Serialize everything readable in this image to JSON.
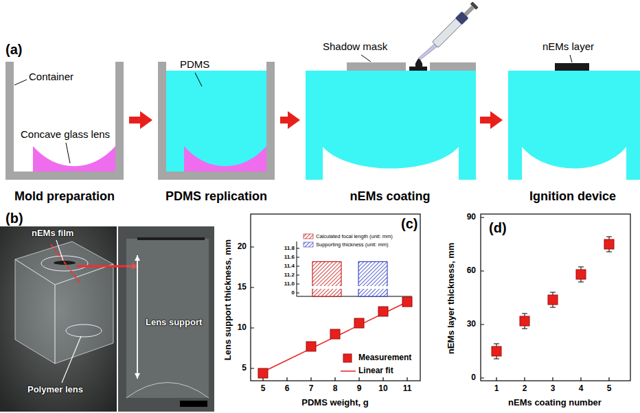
{
  "diagram": {
    "nodes": [
      {
        "text": [
          "Mold preparation"
        ]
      },
      {
        "text": [
          "PDMS replication"
        ]
      },
      {
        "text": [
          "nEMs coating"
        ]
      },
      {
        "text": [
          "Ignition device"
        ]
      }
    ],
    "edges": [
      {
        "from": 0,
        "to": 1,
        "arrow": "to"
      },
      {
        "from": 1,
        "to": 2,
        "arrow": "to"
      },
      {
        "from": 2,
        "to": 3,
        "arrow": "to"
      }
    ],
    "labels": [
      "(a)",
      "Container",
      "Concave glass lens",
      "PDMS",
      "Shadow mask",
      "nEMs layer",
      "(b)",
      "nEMs film",
      "Polymer lens",
      "Lens support",
      "(c)",
      "Lens support thickness, mm",
      "PDMS weight, g",
      "5",
      "10",
      "15",
      "20",
      "5",
      "6",
      "7",
      "8",
      "9",
      "10",
      "11",
      "11.8",
      "11.6",
      "11.4",
      "11.2",
      "11.0",
      "0",
      "(d)",
      "nEMs layer thickness, mm",
      "nEMs coating number",
      "0",
      "30",
      "60",
      "90",
      "1",
      "2",
      "3",
      "4",
      "5"
    ],
    "legend": [
      {
        "text": "Measurement"
      },
      {
        "text": "Linear fit"
      },
      {
        "text": "Calculated focal length (unit: mm)"
      },
      {
        "text": "Supporting thickness (unit: mm)"
      }
    ]
  }
}
